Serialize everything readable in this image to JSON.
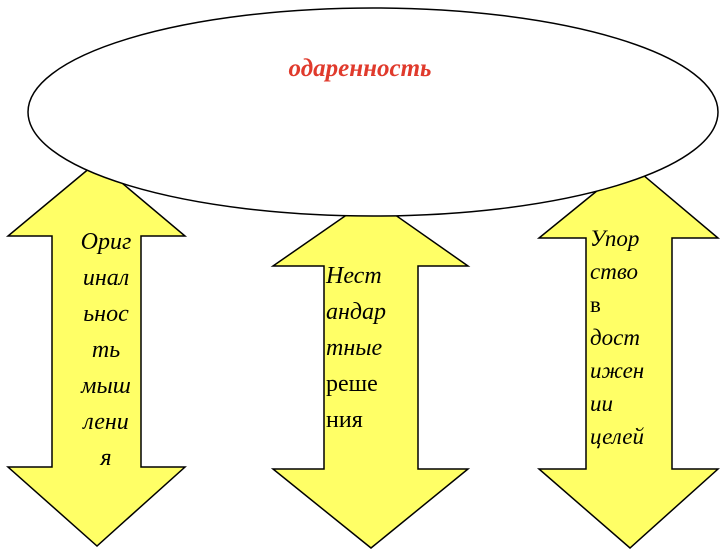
{
  "oval": {
    "label": "одаренность",
    "fill": "#ffffff",
    "stroke": "#000000",
    "text_color": "#e03a2c"
  },
  "arrows": [
    {
      "id": "left",
      "fill": "#ffff66",
      "lines": [
        "Ориг",
        "инал",
        "ьнос",
        "ть",
        "мыш",
        "лени",
        "я"
      ],
      "italic": [
        true,
        true,
        true,
        true,
        true,
        true,
        true
      ]
    },
    {
      "id": "center",
      "fill": "#ffff66",
      "lines": [
        "Нест",
        "андар",
        "тные",
        "реше",
        "ния"
      ],
      "italic": [
        true,
        true,
        true,
        false,
        false
      ]
    },
    {
      "id": "right",
      "fill": "#ffff66",
      "lines": [
        "Упор",
        "ство",
        "в",
        "дост",
        "ижен",
        "ии",
        "целей"
      ],
      "italic": [
        true,
        true,
        false,
        true,
        true,
        true,
        true
      ]
    }
  ]
}
